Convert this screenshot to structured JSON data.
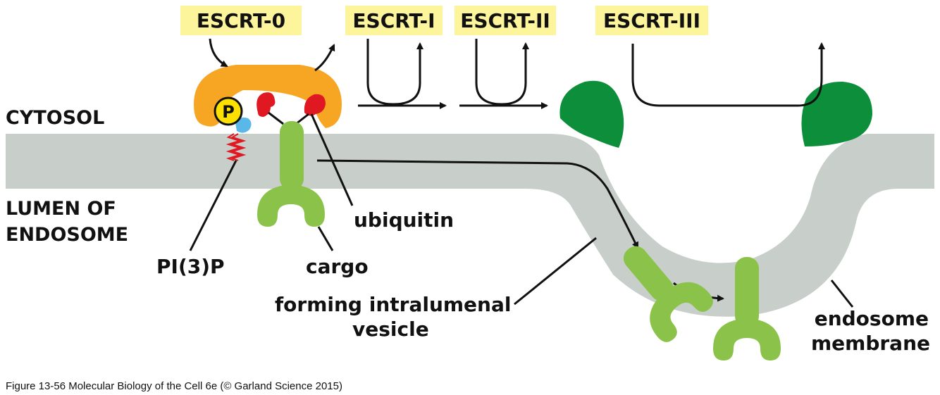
{
  "escrt_labels": {
    "escrt0": "ESCRT-0",
    "escrt1": "ESCRT-I",
    "escrt2": "ESCRT-II",
    "escrt3": "ESCRT-III"
  },
  "regions": {
    "cytosol": "CYTOSOL",
    "lumen_line1": "LUMEN OF",
    "lumen_line2": "ENDOSOME"
  },
  "callouts": {
    "phosphate": "P",
    "pi3p": "PI(3)P",
    "cargo": "cargo",
    "ubiquitin": "ubiquitin",
    "vesicle_line1": "forming intralumenal",
    "vesicle_line2": "vesicle",
    "membrane_line1": "endosome",
    "membrane_line2": "membrane"
  },
  "caption": "Figure 13-56  Molecular Biology of the Cell 6e (© Garland Science 2015)",
  "colors": {
    "label_box": "#fdf59b",
    "membrane": "#c8cfcb",
    "escrt0_complex": "#f6a623",
    "escrt3_complex": "#0c8e3a",
    "cargo": "#8bc34a",
    "ubiquitin": "#e01822",
    "phosphate": "#fce000",
    "lipid_tail": "#e01822",
    "pi3p_head": "#5ab8e8"
  }
}
